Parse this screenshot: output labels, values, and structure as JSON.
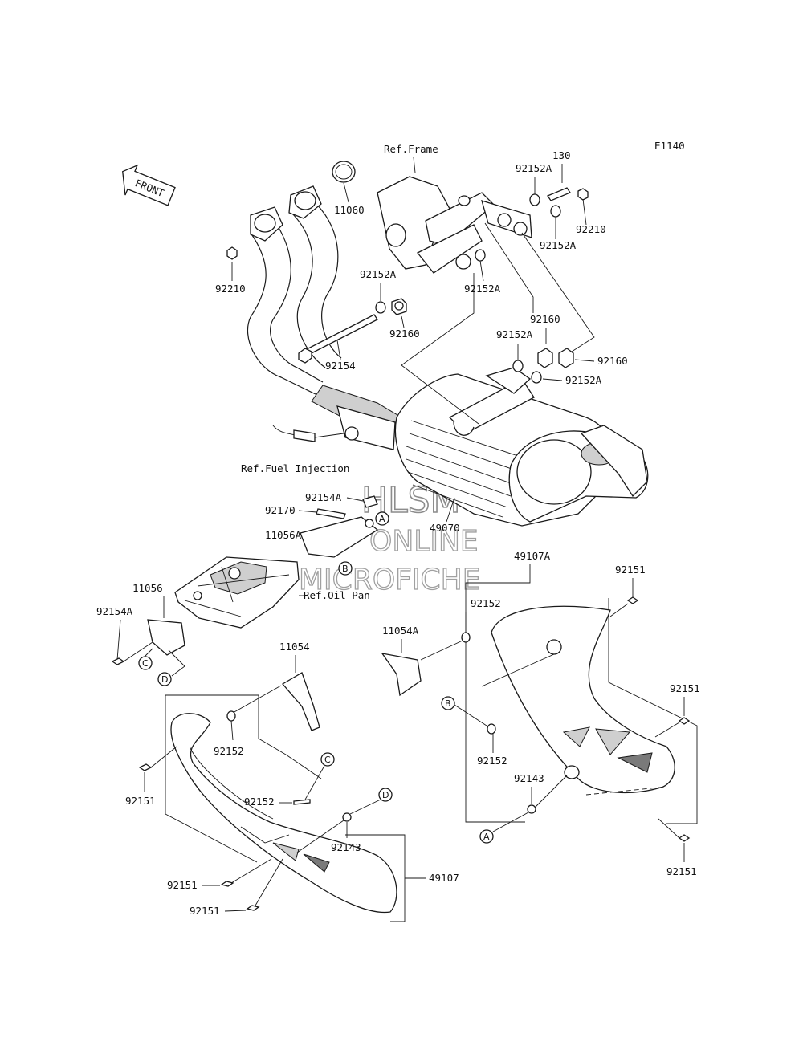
{
  "diagram_code": "E1140",
  "front_arrow_label": "FRONT",
  "references": {
    "frame": "Ref.Frame",
    "fuel_injection": "Ref.Fuel Injection",
    "oil_pan": "Ref.Oil Pan"
  },
  "watermark": {
    "line1": "HLSM",
    "line2": "ONLINE",
    "line3": "MICROFICHE"
  },
  "callout_letters": [
    "A",
    "B",
    "C",
    "D"
  ],
  "part_labels": {
    "p11060": "11060",
    "p92210_left": "92210",
    "p92152A_top": "92152A",
    "p130": "130",
    "p92210_right": "92210",
    "p92152A_r1": "92152A",
    "p92152A_mid_left": "92152A",
    "p92152A_mid": "92152A",
    "p92160_left": "92160",
    "p92154": "92154",
    "p92160_top": "92160",
    "p92152A_r2": "92152A",
    "p92160_right": "92160",
    "p92152A_r3": "92152A",
    "p92154A_top": "92154A",
    "p92170": "92170",
    "p49070": "49070",
    "p11056A": "11056A",
    "p49107A": "49107A",
    "p92151_r1": "92151",
    "p11056": "11056",
    "p92154A_left": "92154A",
    "p92152_mid": "92152",
    "p11054A": "11054A",
    "p11054": "11054",
    "p92151_r2": "92151",
    "p92152_left": "92152",
    "p92152_b": "92152",
    "p92151_left": "92151",
    "p92152_c": "92152",
    "p92143_right": "92143",
    "p92143_left": "92143",
    "p92151_bottom_right": "92151",
    "p92151_bottom_1": "92151",
    "p49107": "49107",
    "p92151_bottom_2": "92151"
  }
}
